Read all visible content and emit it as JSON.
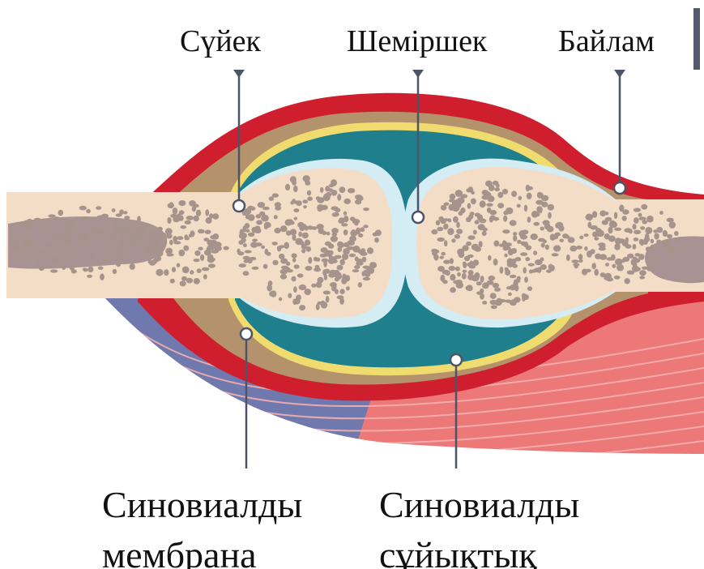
{
  "labels": {
    "bone": "Сүйек",
    "cartilage": "Шеміршек",
    "ligament": "Байлам",
    "synovial_membrane_line1": "Синовиалды",
    "synovial_membrane_line2": "мембрана",
    "synovial_fluid_line1": "Синовиалды",
    "synovial_fluid_line2": "сұйықтық"
  },
  "colors": {
    "capsule_red": "#cf1f2e",
    "capsule_tan": "#b4926c",
    "membrane_yellow": "#f0dc6e",
    "synovial_fluid": "#1f7f8d",
    "cartilage": "#d4ecf4",
    "bone": "#f3ddc6",
    "bone_spongy": "#a6938b",
    "marrow": "#a89392",
    "muscle_pink": "#ec7878",
    "muscle_blue": "#6f79ad",
    "leader_line": "#4d5468"
  }
}
